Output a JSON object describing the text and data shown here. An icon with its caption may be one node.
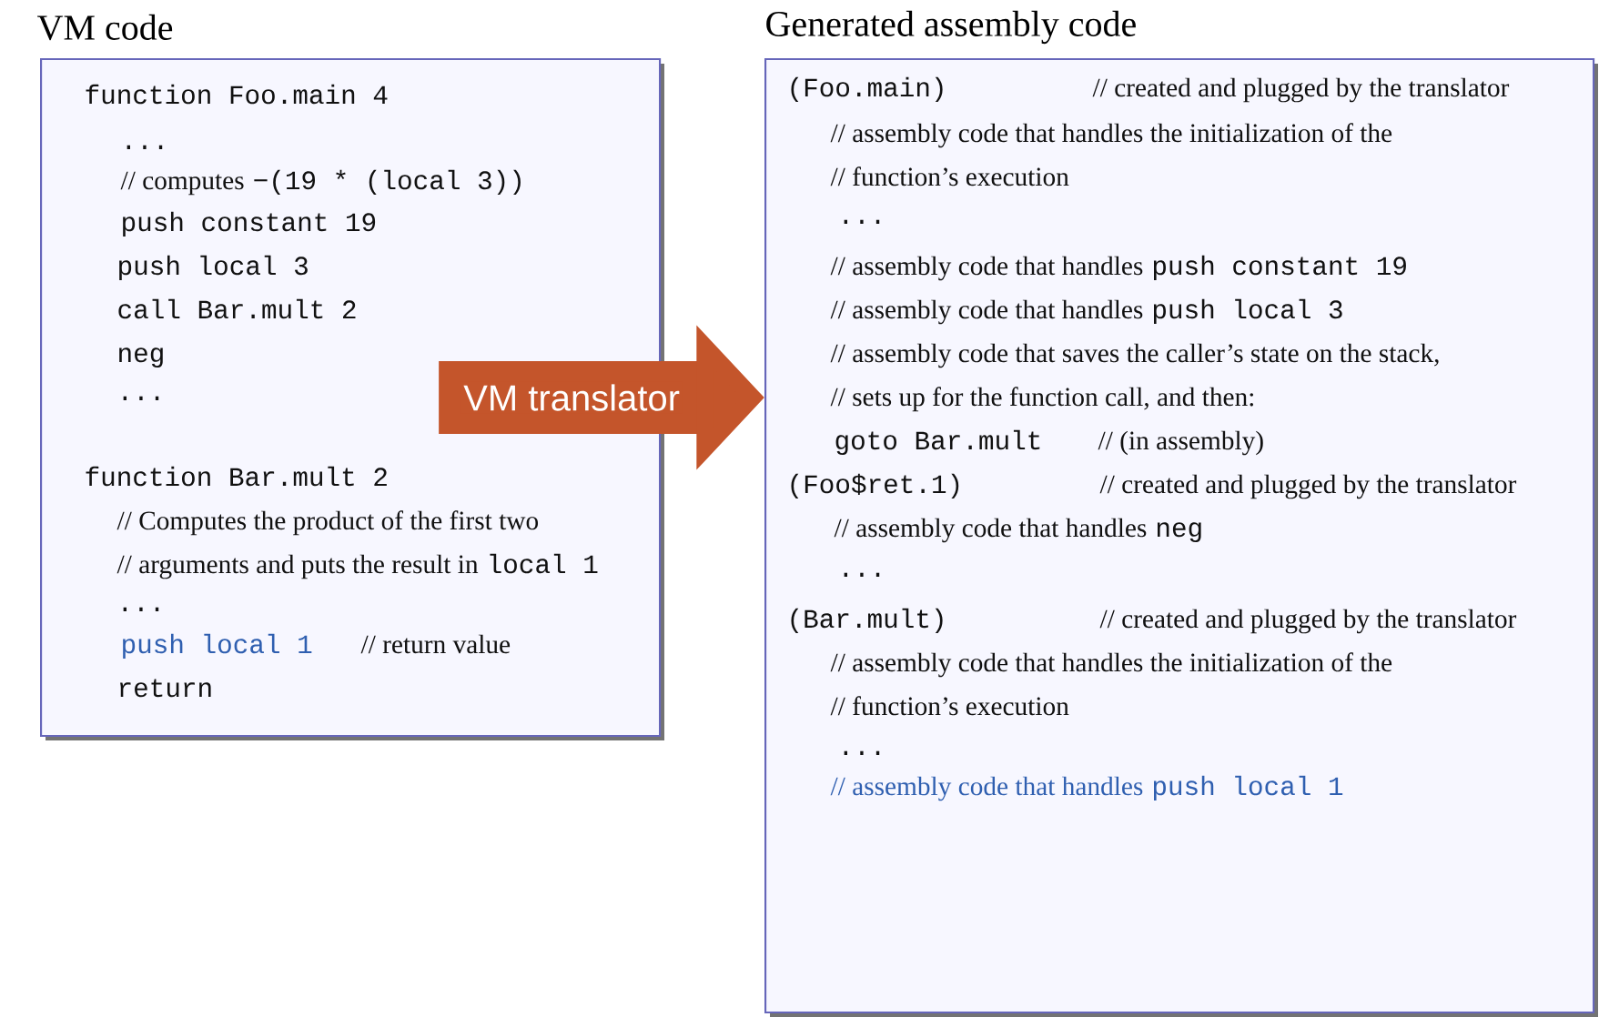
{
  "diagram": {
    "nodes": [
      {
        "text": [
          "VM code",
          "function Foo.main 4",
          "...",
          "// computes",
          "−(19 * (local 3))",
          "push constant 19",
          "push local 3",
          "call Bar.mult 2",
          "neg",
          "...",
          "function Bar.mult 2",
          "// Computes the product of the first two",
          "// arguments and puts the result in",
          "local 1",
          "...",
          "push local 1",
          "// return value",
          "return"
        ]
      },
      {
        "text": [
          "Generated assembly code",
          "(Foo.main)",
          "// created and plugged by the translator",
          "// assembly code that handles the initialization of the",
          "// function’s execution",
          "...",
          "// assembly code that handles",
          "push constant 19",
          "// assembly code that handles",
          "push local 3",
          "// assembly code that saves the caller’s state on the stack,",
          "// sets up for the function call, and then:",
          "goto Bar.mult",
          "// (in assembly)",
          "(Foo$ret.1)",
          "// created and plugged by the translator",
          "// assembly code that handles",
          "neg",
          "...",
          "(Bar.mult)",
          "// created and plugged by the translator",
          "// assembly code that handles the initialization of the",
          "// function’s execution",
          "...",
          "// assembly code that handles",
          "push local 1"
        ]
      }
    ],
    "edges": [
      {
        "from": 0,
        "to": 1,
        "arrow": "to",
        "label": "VM translator",
        "color": "#c4552b"
      }
    ]
  }
}
